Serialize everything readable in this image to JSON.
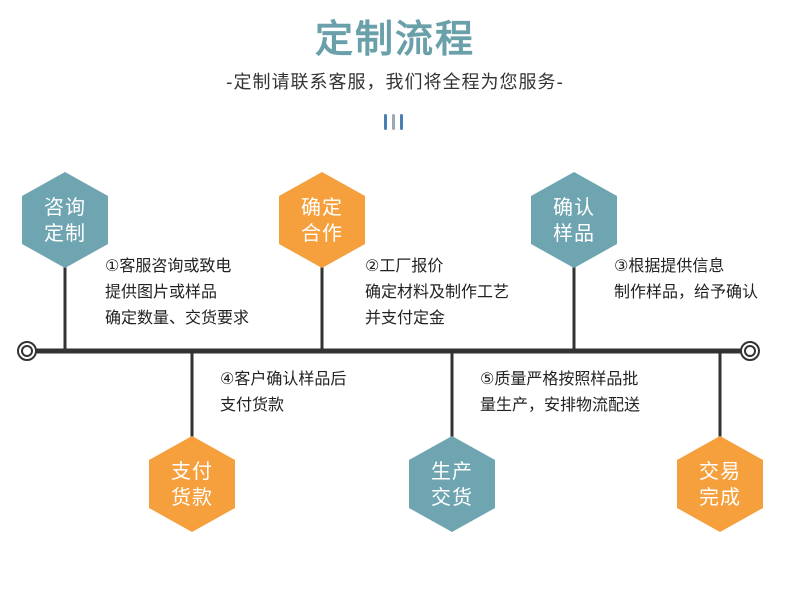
{
  "header": {
    "title": "定制流程",
    "subtitle": "-定制请联系客服，我们将全程为您服务-"
  },
  "colors": {
    "teal": "#6ea5b1",
    "orange": "#f5a03c",
    "line": "#333333",
    "accent_blue": "#4a7fb5",
    "accent_gray": "#9aa8b8"
  },
  "steps": [
    {
      "line1": "咨询",
      "line2": "定制",
      "color": "teal",
      "desc": [
        "①客服咨询或致电",
        "提供图片或样品",
        "确定数量、交货要求"
      ]
    },
    {
      "line1": "确定",
      "line2": "合作",
      "color": "orange",
      "desc": [
        "②工厂报价",
        "确定材料及制作工艺",
        "并支付定金"
      ]
    },
    {
      "line1": "确认",
      "line2": "样品",
      "color": "teal",
      "desc": [
        "③根据提供信息",
        "制作样品，给予确认"
      ]
    },
    {
      "line1": "支付",
      "line2": "货款",
      "color": "orange",
      "desc": [
        "④客户确认样品后",
        "支付货款"
      ]
    },
    {
      "line1": "生产",
      "line2": "交货",
      "color": "teal",
      "desc": [
        "⑤质量严格按照样品批",
        "量生产，安排物流配送"
      ]
    },
    {
      "line1": "交易",
      "line2": "完成",
      "color": "orange",
      "desc": []
    }
  ]
}
